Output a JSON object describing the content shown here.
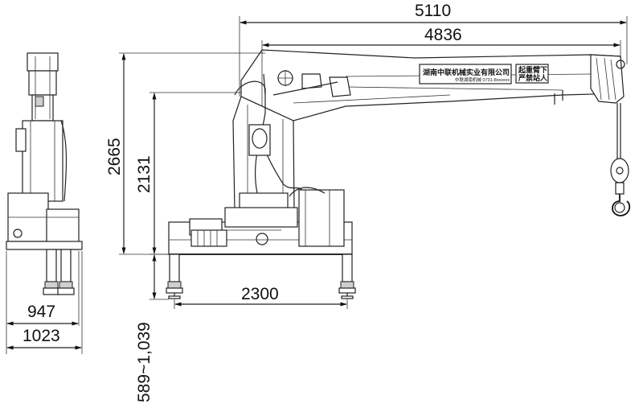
{
  "dimensions": {
    "overall_length": "5110",
    "boom_length": "4836",
    "total_height": "2665",
    "column_height": "2131",
    "outrigger_span": "2300",
    "inner_width": "947",
    "outer_width": "1023",
    "outrigger_range": "589~1,039"
  },
  "nameplate": {
    "company": "湖南中联机械实业有限公司",
    "contact": "中联湖南机械  0731-8xxxxxx"
  },
  "warning_sign": {
    "line1": "起重臂下",
    "line2": "严禁站人"
  },
  "colors": {
    "line": "#222222",
    "background": "#ffffff"
  }
}
